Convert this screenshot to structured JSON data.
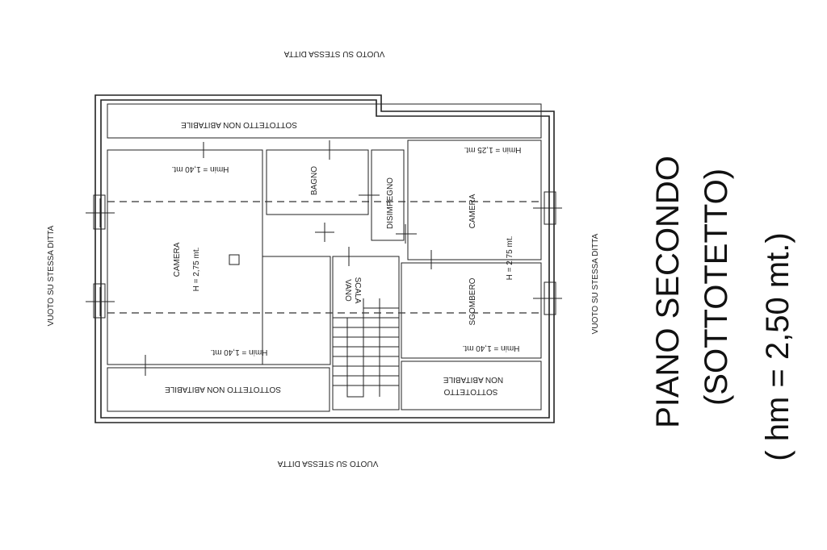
{
  "title": {
    "line1": "PIANO SECONDO",
    "line2": "(SOTTOTETTO)",
    "line3": "( hm = 2,50 mt.)"
  },
  "surroundings": {
    "top": "VUOTO SU STESSA DITTA",
    "bottom": "VUOTO SU STESSA DITTA",
    "left": "VUOTO SU STESSA DITTA",
    "right": "VUOTO SU STESSA DITTA"
  },
  "rooms": {
    "sottotetto_top": "SOTTOTETTO NON ABITABILE",
    "sottotetto_bottom_left": "SOTTOTETTO NON ABITABILE",
    "sottotetto_bottom_right_1": "SOTTOTETTO",
    "sottotetto_bottom_right_2": "NON ABITABILE",
    "bagno": "BAGNO",
    "disimpegno": "DISIMPEGNO",
    "camera_left": "CAMERA",
    "camera_left_height": "H = 2,75 mt.",
    "camera_right": "CAMERA",
    "vano_scala_1": "VANO",
    "vano_scala_2": "SCALA",
    "sgombero": "SGOMBERO",
    "right_height": "H = 2,75 mt."
  },
  "heights": {
    "left_top": "Hmin = 1,40 mt.",
    "left_bottom": "Hmin = 1,40 mt.",
    "right_top": "Hmin = 1,25 mt.",
    "right_bottom": "Hmin = 1,40 mt."
  }
}
